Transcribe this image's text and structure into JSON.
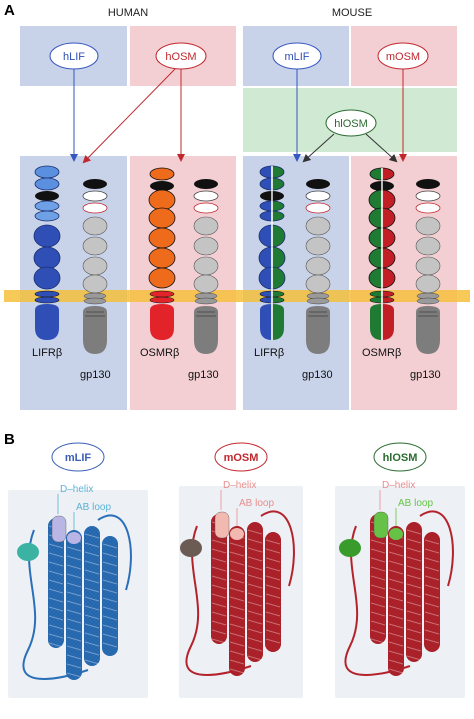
{
  "panel_a": {
    "label": "A",
    "human_heading": "HUMAN",
    "mouse_heading": "MOUSE",
    "ligands": {
      "hLIF": "hLIF",
      "hOSM": "hOSM",
      "mLIF": "mLIF",
      "mOSM": "mOSM",
      "hlOSM": "hlOSM"
    },
    "receptors": {
      "lifr_h": "LIFRβ",
      "osmr_h": "OSMRβ",
      "lifr_m": "LIFRβ",
      "osmr_m": "OSMRβ",
      "gp130": "gp130"
    },
    "colors": {
      "lif_bg": "#c8d3ea",
      "osm_bg": "#f3cfd3",
      "hybrid_bg": "#cfe9d3",
      "membrane": "#f5bf3c",
      "lifr_blue": "#2f4fb7",
      "osmr_orange": "#ee6b1c",
      "osmr_red": "#e3232a",
      "gp130_gray": "#c4c4c4",
      "green": "#1f7a33",
      "arrow_blue": "#3557c0",
      "arrow_red": "#c0282e",
      "arrow_dark": "#333333"
    }
  },
  "panel_b": {
    "label": "B",
    "structures": [
      {
        "title": "mLIF",
        "d_helix": "D–helix",
        "ab_loop": "AB loop",
        "title_color": "#3a5fb7",
        "body_color": "#2a6fb8",
        "highlight_color": "#b9b6e6",
        "label_color": "#5ab2d6"
      },
      {
        "title": "mOSM",
        "d_helix": "D–helix",
        "ab_loop": "AB loop",
        "title_color": "#c0282e",
        "body_color": "#b4222b",
        "highlight_color": "#f2b9b0",
        "label_color": "#e98d8d"
      },
      {
        "title": "hlOSM",
        "d_helix": "D–helix",
        "ab_loop": "AB loop",
        "title_color": "#2b6b2f",
        "body_color": "#b4222b",
        "highlight_color": "#66c247",
        "label_color": "#e98d8d"
      }
    ]
  }
}
